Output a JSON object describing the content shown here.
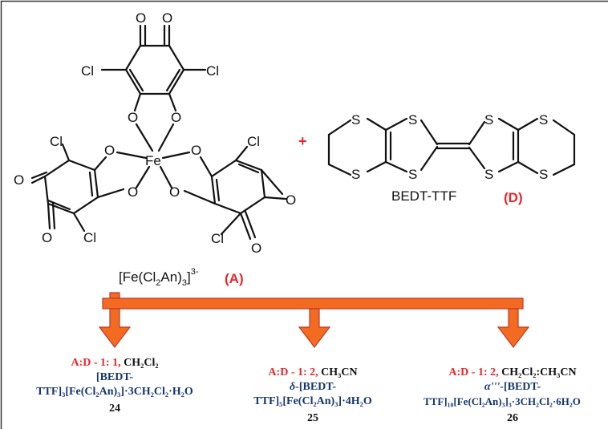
{
  "atoms": {
    "O": "O",
    "Cl": "Cl",
    "Fe": "Fe",
    "S": "S"
  },
  "plus": "+",
  "complex_label": {
    "pre": "[Fe(Cl",
    "sub": "2",
    "mid": "An)",
    "sub2": "3",
    "post": "]",
    "sup": "3-",
    "tag": "(A)"
  },
  "donor_label": {
    "name": "BEDT-TTF",
    "tag": "(D)"
  },
  "products": [
    {
      "ratio_prefix": "A:D",
      "ratio": " - 1: 1,",
      "solvent": " CH₂Cl₂",
      "phase": "",
      "line2": "[BEDT-",
      "line3": "TTF]₃[Fe(Cl₂An)₃]·3CH₂Cl₂·H₂O",
      "number": "24"
    },
    {
      "ratio_prefix": "A:D",
      "ratio": " - 1: 2,",
      "solvent": " CH₃CN",
      "phase": "δ-",
      "line2": "[BEDT-",
      "line3": "TTF]₅[Fe(Cl₂An)₃]·4H₂O",
      "number": "25"
    },
    {
      "ratio_prefix": "A:D",
      "ratio": " - 1: 2,",
      "solvent": " CH₂Cl₂:CH₃CN",
      "phase": "α'''-",
      "line2": "[BEDT-",
      "line3": "TTF]₁₈[Fe(Cl₂An)₃]₃·3CH₂Cl₂·6H₂O",
      "number": "26"
    }
  ],
  "colors": {
    "arrow_fill": "#f36b21",
    "arrow_edge": "#c0392b",
    "accent_red": "#e8262a",
    "formula_navy": "#14366e",
    "border": "#333333"
  }
}
